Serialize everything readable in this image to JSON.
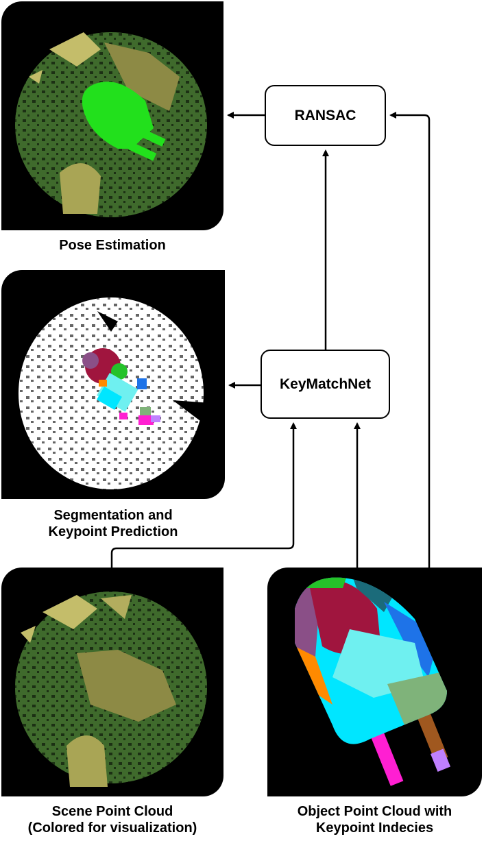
{
  "nodes": {
    "ransac": "RANSAC",
    "keymatchnet": "KeyMatchNet"
  },
  "captions": {
    "pose_estimation": "Pose Estimation",
    "segmentation_line1": "Segmentation and",
    "segmentation_line2": "Keypoint Prediction",
    "scene_line1": "Scene Point Cloud",
    "scene_line2": "(Colored for visualization)",
    "object_line1": "Object Point Cloud with",
    "object_line2": "Keypoint Indecies"
  },
  "colors": {
    "panel_background": "#000000",
    "scene_green": "#3f6a2c",
    "scene_tan": "#c4bd6a",
    "pose_object": "#22e01c",
    "segmentation_white": "#ffffff",
    "keypoint_palette": [
      "#a0153e",
      "#8a4f87",
      "#6ff0f0",
      "#00e6ff",
      "#ff8a00",
      "#1e73e8",
      "#7fb37a",
      "#ff1fd2",
      "#a0581f",
      "#c080ff",
      "#25c22a",
      "#1b6b7a"
    ]
  }
}
